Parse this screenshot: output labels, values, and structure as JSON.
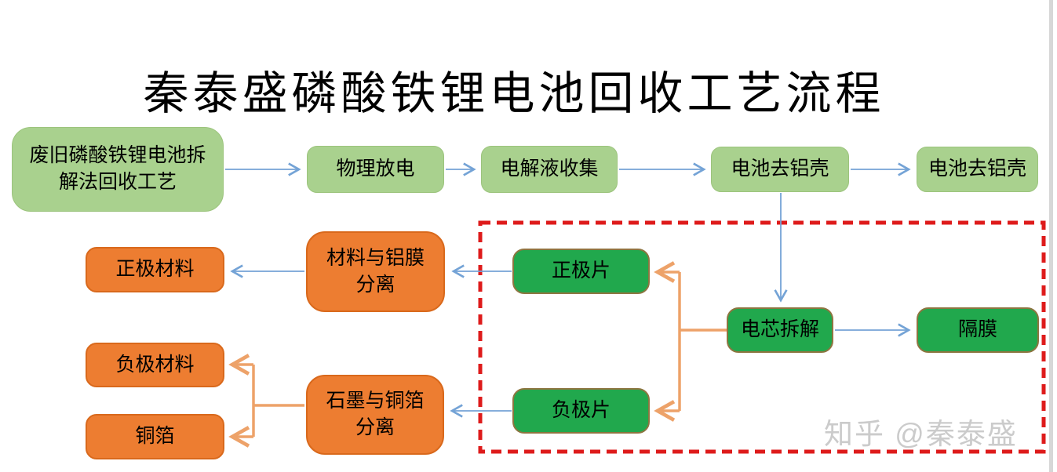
{
  "title": "秦泰盛磷酸铁锂电池回收工艺流程",
  "watermark": "知乎 @秦泰盛",
  "colors": {
    "light_green_fill": "#A9D18E",
    "green_fill": "#21A84D",
    "green_border": "#8D7540",
    "orange_fill": "#ED7D31",
    "orange_border": "#D9691C",
    "blue_connector": "#74A3D6",
    "orange_connector": "#EDA269",
    "dashed_frame_red": "#DE1B1B"
  },
  "nodes": [
    {
      "id": "waste-battery",
      "label": "废旧磷酸铁锂电池拆解法回收工艺",
      "type": "light-green"
    },
    {
      "id": "physical-discharge",
      "label": "物理放电",
      "type": "light-green"
    },
    {
      "id": "electrolyte-collection",
      "label": "电解液收集",
      "type": "light-green"
    },
    {
      "id": "remove-aluminum-shell-1",
      "label": "电池去铝壳",
      "type": "light-green"
    },
    {
      "id": "remove-aluminum-shell-2",
      "label": "电池去铝壳",
      "type": "light-green"
    },
    {
      "id": "cathode-material",
      "label": "正极材料",
      "type": "orange"
    },
    {
      "id": "material-aluminum-film-separation",
      "label": "材料与铝膜分离",
      "type": "orange"
    },
    {
      "id": "cathode-sheet",
      "label": "正极片",
      "type": "green"
    },
    {
      "id": "cell-disassembly",
      "label": "电芯拆解",
      "type": "green"
    },
    {
      "id": "separator-membrane",
      "label": "隔膜",
      "type": "green"
    },
    {
      "id": "anode-material",
      "label": "负极材料",
      "type": "orange"
    },
    {
      "id": "copper-foil",
      "label": "铜箔",
      "type": "orange"
    },
    {
      "id": "graphite-copper-foil-separation",
      "label": "石墨与铜箔分离",
      "type": "orange"
    },
    {
      "id": "anode-sheet",
      "label": "负极片",
      "type": "green"
    }
  ],
  "edges": [
    {
      "from": "waste-battery",
      "to": "physical-discharge",
      "color": "blue"
    },
    {
      "from": "physical-discharge",
      "to": "electrolyte-collection",
      "color": "blue"
    },
    {
      "from": "electrolyte-collection",
      "to": "remove-aluminum-shell-1",
      "color": "blue"
    },
    {
      "from": "remove-aluminum-shell-1",
      "to": "remove-aluminum-shell-2",
      "color": "blue"
    },
    {
      "from": "remove-aluminum-shell-1",
      "to": "cell-disassembly",
      "color": "blue"
    },
    {
      "from": "cell-disassembly",
      "to": "separator-membrane",
      "color": "blue"
    },
    {
      "from": "cell-disassembly",
      "to": "cathode-sheet",
      "color": "orange"
    },
    {
      "from": "cell-disassembly",
      "to": "anode-sheet",
      "color": "orange"
    },
    {
      "from": "cathode-sheet",
      "to": "material-aluminum-film-separation",
      "color": "blue"
    },
    {
      "from": "material-aluminum-film-separation",
      "to": "cathode-material",
      "color": "blue"
    },
    {
      "from": "anode-sheet",
      "to": "graphite-copper-foil-separation",
      "color": "blue"
    },
    {
      "from": "graphite-copper-foil-separation",
      "to": "anode-material",
      "color": "orange"
    },
    {
      "from": "graphite-copper-foil-separation",
      "to": "copper-foil",
      "color": "orange"
    }
  ]
}
